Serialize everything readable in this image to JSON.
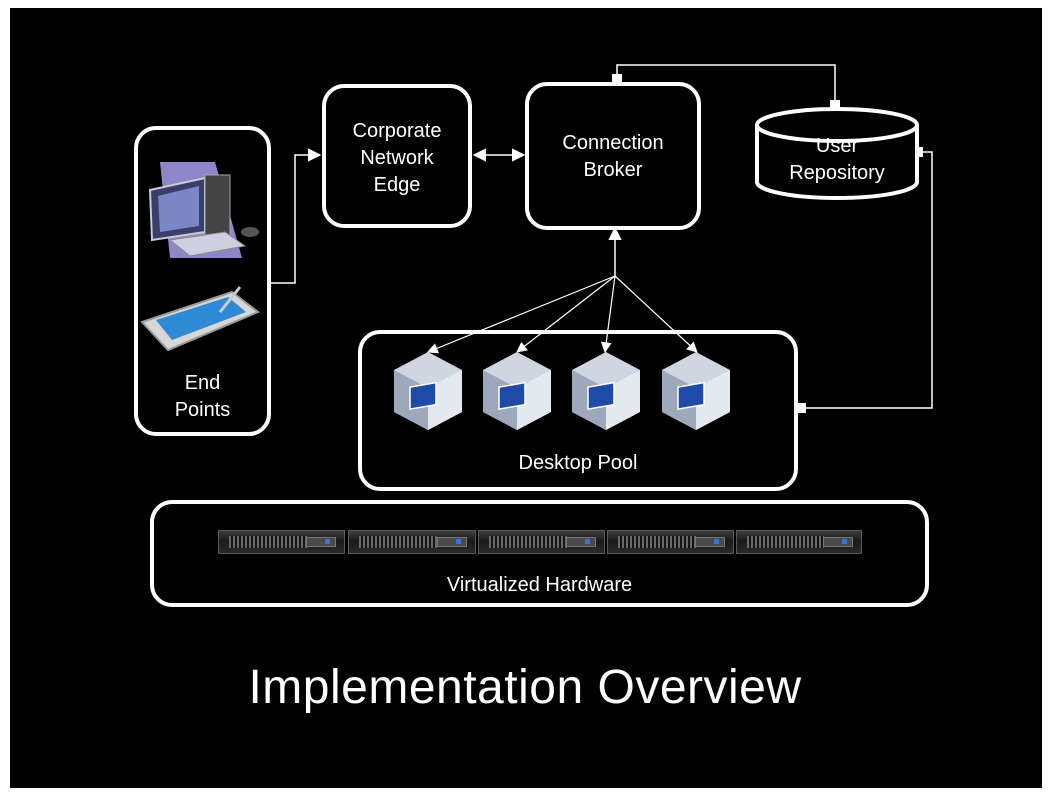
{
  "slide": {
    "title": "Implementation Overview",
    "background": "#000000",
    "line_color": "#ffffff"
  },
  "nodes": {
    "end_points": {
      "label_line1": "End",
      "label_line2": "Points",
      "icons": [
        "desktop-computer-icon",
        "tablet-icon"
      ]
    },
    "corporate_network_edge": {
      "label_line1": "Corporate",
      "label_line2": "Network",
      "label_line3": "Edge"
    },
    "connection_broker": {
      "label_line1": "Connection",
      "label_line2": "Broker"
    },
    "user_repository": {
      "label_line1": "User",
      "label_line2": "Repository",
      "shape": "cylinder"
    },
    "desktop_pool": {
      "label": "Desktop Pool",
      "vm_count": 4,
      "icon": "virtual-machine-cube-icon"
    },
    "virtualized_hardware": {
      "label": "Virtualized Hardware",
      "server_count": 5,
      "icon": "rack-server-icon"
    }
  },
  "edges": [
    {
      "from": "End Points",
      "to": "Corporate Network Edge",
      "arrow": "end"
    },
    {
      "from": "Corporate Network Edge",
      "to": "Connection Broker",
      "arrow": "both"
    },
    {
      "from": "Connection Broker",
      "to": "User Repository",
      "arrow": "none"
    },
    {
      "from": "Desktop Pool",
      "to": "User Repository",
      "arrow": "none"
    },
    {
      "from": "Connection Broker",
      "to": "Desktop Pool VMs",
      "arrow": "both",
      "fan_out": 4
    }
  ]
}
